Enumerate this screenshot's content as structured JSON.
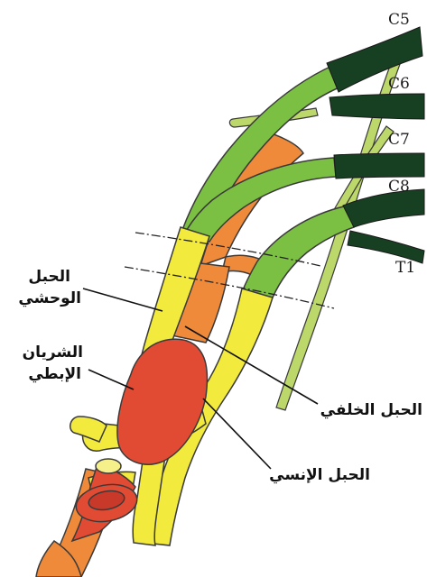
{
  "roots": {
    "c5": "C5",
    "c6": "C6",
    "c7": "C7",
    "c8": "C8",
    "t1": "T1"
  },
  "cords": {
    "lateral": {
      "line1": "الحبل",
      "line2": "الوحشي"
    },
    "posterior": "الحبل الخلفي",
    "medial": "الحبل الإنسي"
  },
  "artery": {
    "line1": "الشريان",
    "line2": "الإبطي"
  },
  "colors": {
    "root": "#173f22",
    "trunk": "#7cc043",
    "trunk_light": "#bcd86a",
    "cord": "#f2ea3c",
    "posterior": "#ee8a3a",
    "artery": "#e24b33",
    "outline": "#3a3a3a"
  }
}
